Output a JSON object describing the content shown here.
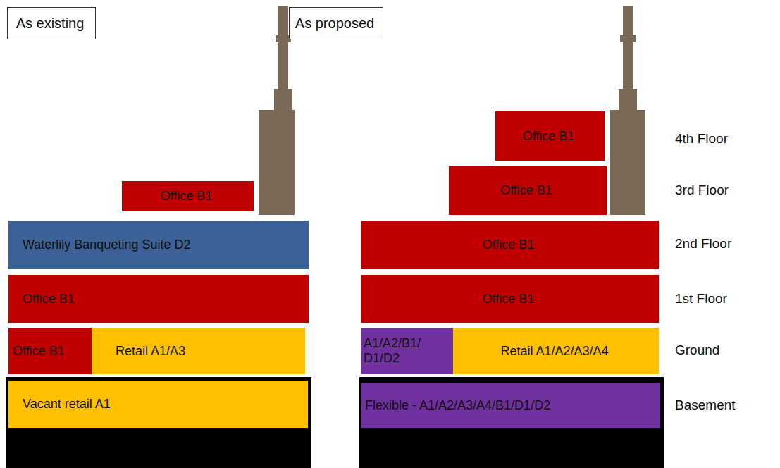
{
  "diagram": {
    "nodes": [
      {
        "text": [
          "As existing"
        ]
      },
      {
        "text": [
          "As proposed"
        ]
      },
      {
        "text": [
          "Office B1"
        ]
      },
      {
        "text": [
          "Waterlily Banqueting Suite D2"
        ]
      },
      {
        "text": [
          "Office B1"
        ]
      },
      {
        "text": [
          "Office B1"
        ]
      },
      {
        "text": [
          "Retail  A1/A3"
        ]
      },
      {
        "text": [
          "Vacant retail A1"
        ]
      },
      {
        "text": [
          "Office B1"
        ]
      },
      {
        "text": [
          "Office B1"
        ]
      },
      {
        "text": [
          "Office B1"
        ]
      },
      {
        "text": [
          "Office B1"
        ]
      },
      {
        "text": [
          "A1/A2/B1/ D1/D2"
        ]
      },
      {
        "text": [
          "Retail  A1/A2/A3/A4"
        ]
      },
      {
        "text": [
          "Flexible - A1/A2/A3/A4/B1/D1/D2"
        ]
      }
    ],
    "labels": [
      "4th Floor",
      "3rd Floor",
      "2nd Floor",
      "1st Floor",
      "Ground",
      "Basement"
    ]
  }
}
